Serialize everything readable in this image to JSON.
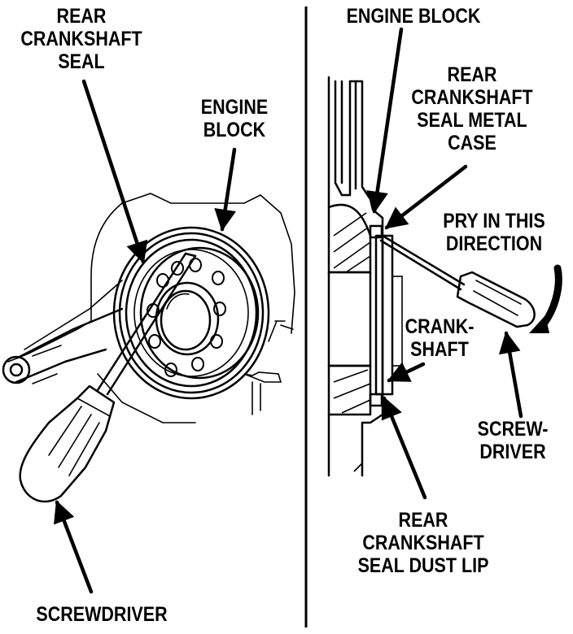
{
  "left_view": {
    "label_seal": [
      "REAR",
      "CRANKSHAFT",
      "SEAL"
    ],
    "label_block": [
      "ENGINE",
      "BLOCK"
    ],
    "label_screwdriver": [
      "SCREWDRIVER"
    ]
  },
  "right_view": {
    "label_block": [
      "ENGINE BLOCK"
    ],
    "label_metal_case": [
      "REAR",
      "CRANKSHAFT",
      "SEAL METAL",
      "CASE"
    ],
    "label_pry": [
      "PRY IN THIS",
      "DIRECTION"
    ],
    "label_crankshaft": [
      "CRANK-",
      "SHAFT"
    ],
    "label_screwdriver": [
      "SCREW-",
      "DRIVER"
    ],
    "label_dust_lip": [
      "REAR",
      "CRANKSHAFT",
      "SEAL DUST LIP"
    ]
  }
}
